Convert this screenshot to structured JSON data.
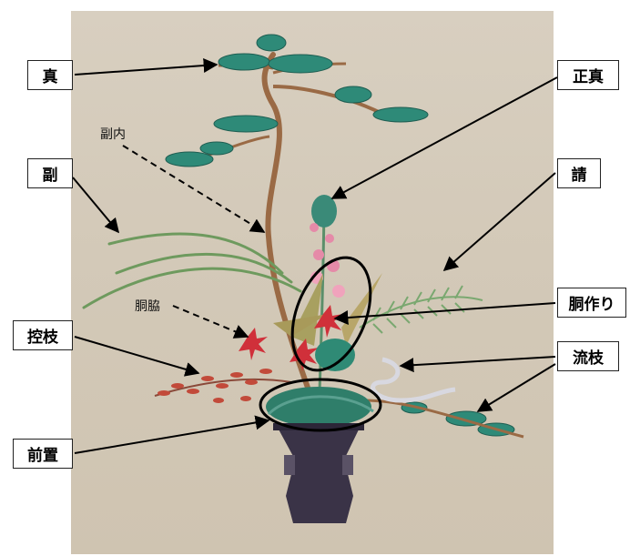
{
  "labels": {
    "shin": "真",
    "shoshin": "正真",
    "soe": "副",
    "uke": "請",
    "dozukuri": "胴作り",
    "hikae": "控枝",
    "nagashi": "流枝",
    "mae_oki": "前置",
    "soe_uchi": "副内",
    "do_waki": "胴脇"
  },
  "colors": {
    "background": "#d6cdbc",
    "pine": "#2e8a78",
    "branch": "#9a6a45",
    "leaf": "#6e9a5e",
    "flower_red": "#d0303a",
    "flower_pink": "#e58aa8",
    "vase": "#3a3347",
    "annotation": "#000000"
  }
}
